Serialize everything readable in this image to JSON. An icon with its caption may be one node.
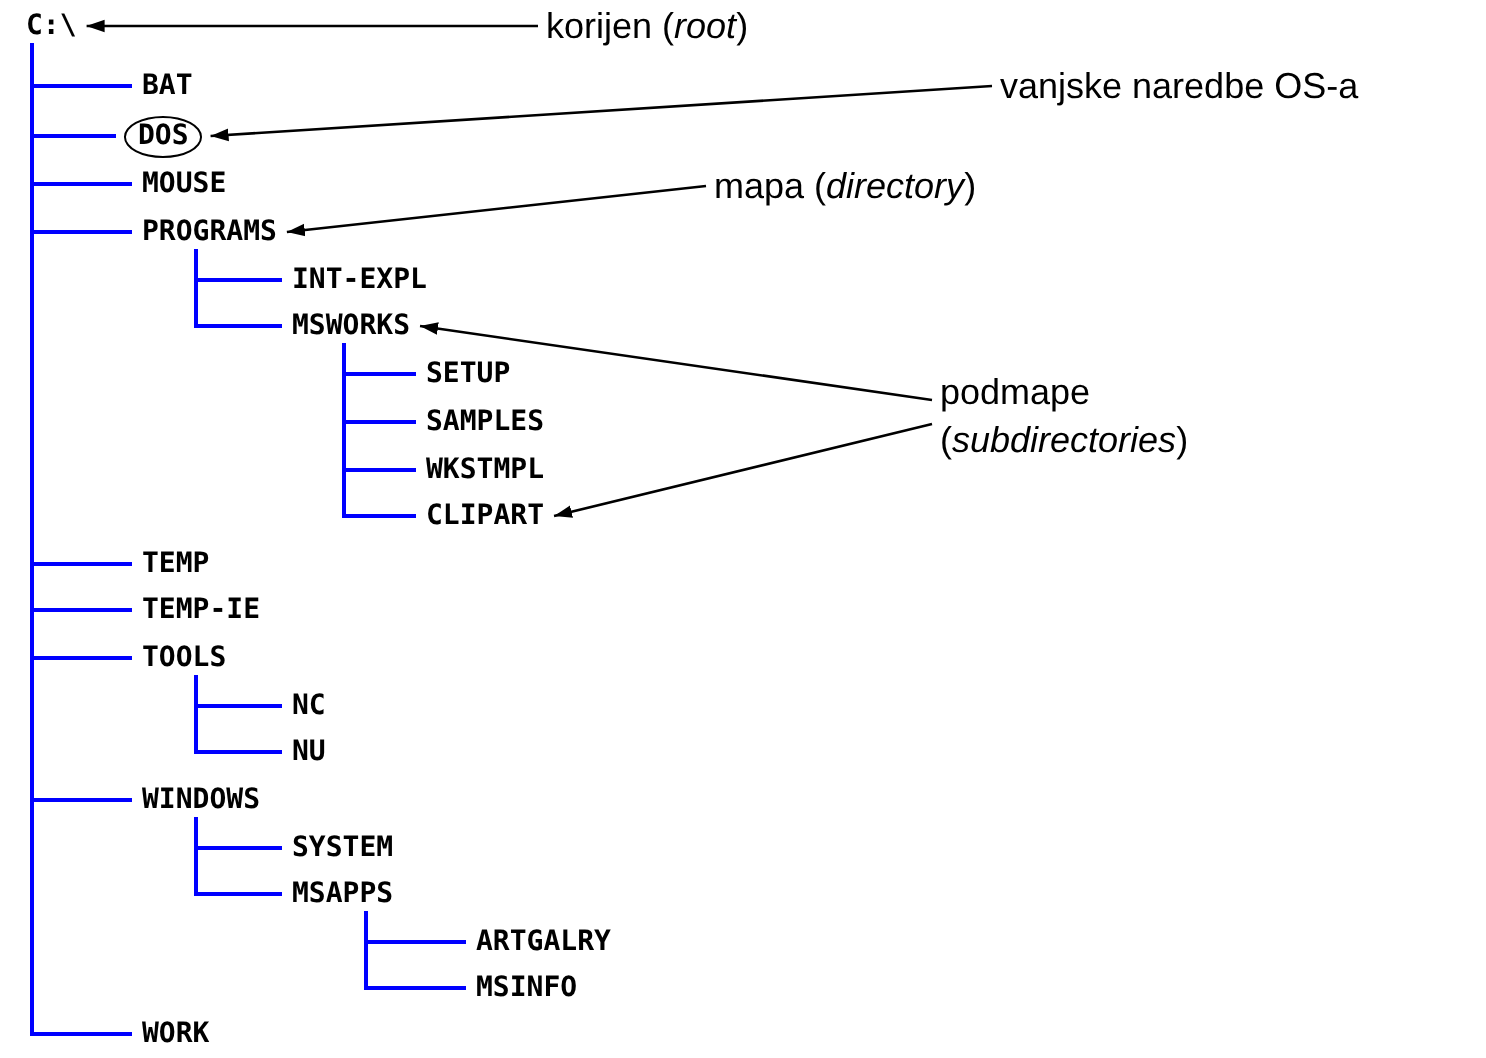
{
  "diagram": {
    "nodes": [
      {
        "text": [
          "C:\\"
        ]
      },
      {
        "text": [
          "BAT"
        ]
      },
      {
        "text": [
          "DOS"
        ]
      },
      {
        "text": [
          "MOUSE"
        ]
      },
      {
        "text": [
          "PROGRAMS"
        ]
      },
      {
        "text": [
          "INT-EXPL"
        ]
      },
      {
        "text": [
          "MSWORKS"
        ]
      },
      {
        "text": [
          "SETUP"
        ]
      },
      {
        "text": [
          "SAMPLES"
        ]
      },
      {
        "text": [
          "WKSTMPL"
        ]
      },
      {
        "text": [
          "CLIPART"
        ]
      },
      {
        "text": [
          "TEMP"
        ]
      },
      {
        "text": [
          "TEMP-IE"
        ]
      },
      {
        "text": [
          "TOOLS"
        ]
      },
      {
        "text": [
          "NC"
        ]
      },
      {
        "text": [
          "NU"
        ]
      },
      {
        "text": [
          "WINDOWS"
        ]
      },
      {
        "text": [
          "SYSTEM"
        ]
      },
      {
        "text": [
          "MSAPPS"
        ]
      },
      {
        "text": [
          "ARTGALRY"
        ]
      },
      {
        "text": [
          "MSINFO"
        ]
      },
      {
        "text": [
          "WORK"
        ]
      },
      {
        "text": [
          "korijen (*root*)"
        ]
      },
      {
        "text": [
          "vanjske naredbe OS-a"
        ]
      },
      {
        "text": [
          "mapa (*directory*)"
        ]
      },
      {
        "text": [
          "podmape (*subdirectories*)"
        ]
      }
    ],
    "edges": [
      {
        "from": 0,
        "to": 1,
        "arrow": "none"
      },
      {
        "from": 0,
        "to": 2,
        "arrow": "none"
      },
      {
        "from": 0,
        "to": 3,
        "arrow": "none"
      },
      {
        "from": 0,
        "to": 4,
        "arrow": "none"
      },
      {
        "from": 4,
        "to": 5,
        "arrow": "none"
      },
      {
        "from": 4,
        "to": 6,
        "arrow": "none"
      },
      {
        "from": 6,
        "to": 7,
        "arrow": "none"
      },
      {
        "from": 6,
        "to": 8,
        "arrow": "none"
      },
      {
        "from": 6,
        "to": 9,
        "arrow": "none"
      },
      {
        "from": 6,
        "to": 10,
        "arrow": "none"
      },
      {
        "from": 0,
        "to": 11,
        "arrow": "none"
      },
      {
        "from": 0,
        "to": 12,
        "arrow": "none"
      },
      {
        "from": 0,
        "to": 13,
        "arrow": "none"
      },
      {
        "from": 13,
        "to": 14,
        "arrow": "none"
      },
      {
        "from": 13,
        "to": 15,
        "arrow": "none"
      },
      {
        "from": 0,
        "to": 16,
        "arrow": "none"
      },
      {
        "from": 16,
        "to": 17,
        "arrow": "none"
      },
      {
        "from": 16,
        "to": 18,
        "arrow": "none"
      },
      {
        "from": 18,
        "to": 19,
        "arrow": "none"
      },
      {
        "from": 18,
        "to": 20,
        "arrow": "none"
      },
      {
        "from": 0,
        "to": 21,
        "arrow": "none"
      },
      {
        "from": 22,
        "to": 0,
        "arrow": "to",
        "color": "#000000"
      },
      {
        "from": 23,
        "to": 2,
        "arrow": "to",
        "color": "#000000"
      },
      {
        "from": 24,
        "to": 4,
        "arrow": "to",
        "color": "#000000"
      },
      {
        "from": 25,
        "to": 6,
        "arrow": "to",
        "color": "#000000"
      },
      {
        "from": 25,
        "to": 10,
        "arrow": "to",
        "color": "#000000"
      }
    ]
  }
}
